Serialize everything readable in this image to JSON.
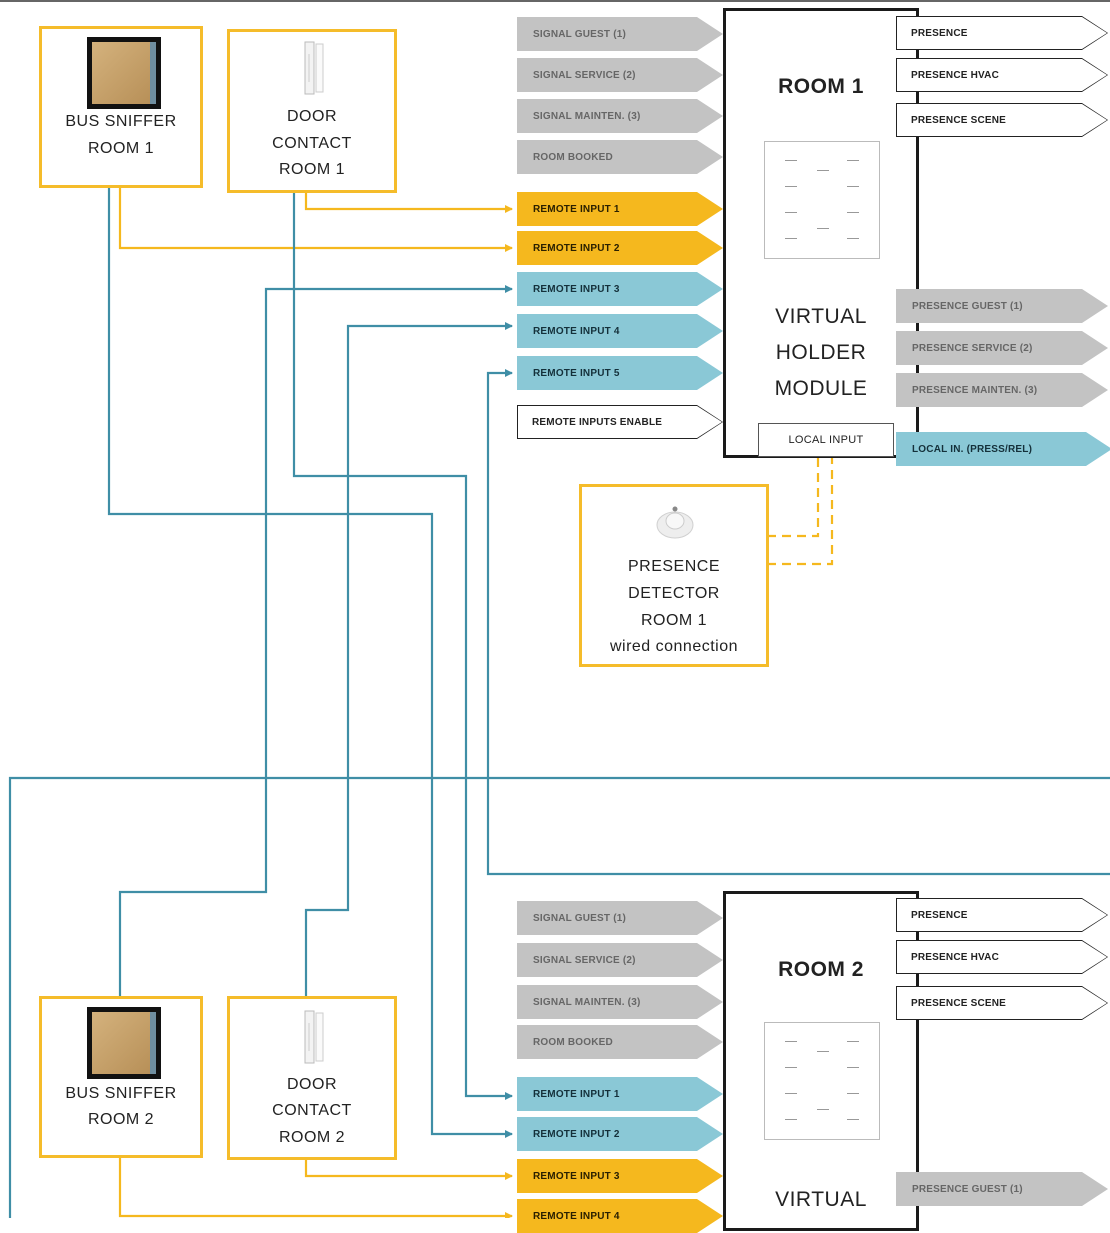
{
  "room1": {
    "title": "ROOM 1",
    "module_label": [
      "VIRTUAL",
      "HOLDER",
      "MODULE"
    ],
    "local_input": "LOCAL INPUT",
    "inputs": [
      {
        "label": "SIGNAL GUEST (1)",
        "color": "grey"
      },
      {
        "label": "SIGNAL SERVICE (2)",
        "color": "grey"
      },
      {
        "label": "SIGNAL MAINTEN. (3)",
        "color": "grey"
      },
      {
        "label": "ROOM BOOKED",
        "color": "grey"
      },
      {
        "label": "REMOTE INPUT 1",
        "color": "yellow"
      },
      {
        "label": "REMOTE INPUT 2",
        "color": "yellow"
      },
      {
        "label": "REMOTE INPUT 3",
        "color": "blue"
      },
      {
        "label": "REMOTE INPUT 4",
        "color": "blue"
      },
      {
        "label": "REMOTE INPUT 5",
        "color": "blue"
      },
      {
        "label": "REMOTE INPUTS ENABLE",
        "color": "outline"
      }
    ],
    "outputs": [
      {
        "label": "PRESENCE",
        "color": "outline"
      },
      {
        "label": "PRESENCE HVAC",
        "color": "outline"
      },
      {
        "label": "PRESENCE SCENE",
        "color": "outline"
      },
      {
        "label": "PRESENCE GUEST (1)",
        "color": "grey"
      },
      {
        "label": "PRESENCE SERVICE (2)",
        "color": "grey"
      },
      {
        "label": "PRESENCE MAINTEN. (3)",
        "color": "grey"
      },
      {
        "label": "LOCAL IN. (PRESS/REL)",
        "color": "blue"
      }
    ],
    "bus_sniffer": [
      "BUS SNIFFER",
      "ROOM 1"
    ],
    "door_contact": [
      "DOOR",
      "CONTACT",
      "ROOM 1"
    ],
    "presence_detector": [
      "PRESENCE",
      "DETECTOR",
      "ROOM 1",
      "wired connection"
    ]
  },
  "room2": {
    "title": "ROOM 2",
    "module_label": [
      "VIRTUAL"
    ],
    "inputs": [
      {
        "label": "SIGNAL GUEST (1)",
        "color": "grey"
      },
      {
        "label": "SIGNAL SERVICE (2)",
        "color": "grey"
      },
      {
        "label": "SIGNAL MAINTEN. (3)",
        "color": "grey"
      },
      {
        "label": "ROOM BOOKED",
        "color": "grey"
      },
      {
        "label": "REMOTE INPUT 1",
        "color": "blue"
      },
      {
        "label": "REMOTE INPUT 2",
        "color": "blue"
      },
      {
        "label": "REMOTE INPUT 3",
        "color": "yellow"
      },
      {
        "label": "REMOTE INPUT 4",
        "color": "yellow"
      }
    ],
    "outputs": [
      {
        "label": "PRESENCE",
        "color": "outline"
      },
      {
        "label": "PRESENCE HVAC",
        "color": "outline"
      },
      {
        "label": "PRESENCE SCENE",
        "color": "outline"
      },
      {
        "label": "PRESENCE GUEST (1)",
        "color": "grey"
      }
    ],
    "bus_sniffer": [
      "BUS SNIFFER",
      "ROOM 2"
    ],
    "door_contact": [
      "DOOR",
      "CONTACT",
      "ROOM 2"
    ]
  },
  "colors": {
    "yellow": "#f5b81e",
    "blue": "#3f8ea6",
    "grey": "#c3c3c3",
    "black": "#1a1a1a"
  },
  "icons": {
    "bus_sniffer": "bus-sniffer-device-icon",
    "door_contact": "door-contact-sensor-icon",
    "presence_detector": "presence-detector-sensor-icon"
  }
}
